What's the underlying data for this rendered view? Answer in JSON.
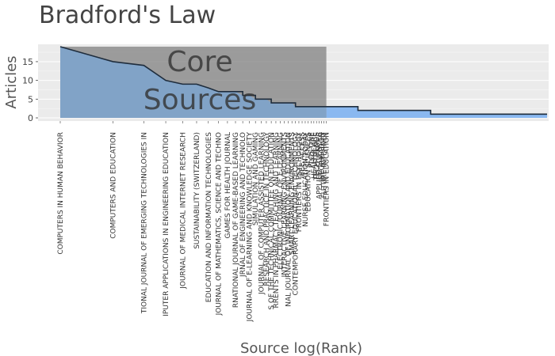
{
  "title": "Bradford's Law",
  "chart_data": {
    "type": "area",
    "title": "Bradford's Law",
    "xlabel": "Source log(Rank)",
    "ylabel": "Articles",
    "x_scale": "log",
    "y_ticks": [
      0,
      5,
      10,
      15
    ],
    "ylim": [
      0,
      19
    ],
    "core_zone_label_top": "Core",
    "core_zone_label_bottom": "Sources",
    "core_zone_last_rank": 33,
    "fill_color": "#7fa3c9",
    "core_shade_color": "#808080",
    "tail_fill_color": "#8ab8f0",
    "line_color": "#1f2d3d",
    "grid": true,
    "background": "#ebebeb",
    "sources": [
      {
        "rank": 1,
        "name": "COMPUTERS IN HUMAN BEHAVIOR",
        "articles": 19
      },
      {
        "rank": 2,
        "name": "COMPUTERS AND EDUCATION",
        "articles": 15
      },
      {
        "rank": 3,
        "name": "TIONAL JOURNAL OF EMERGING TECHNOLOGIES IN",
        "articles": 14
      },
      {
        "rank": 4,
        "name": "IPUTER APPLICATIONS IN ENGINEERING EDUCATION",
        "articles": 10
      },
      {
        "rank": 5,
        "name": "JOURNAL OF MEDICAL INTERNET RESEARCH",
        "articles": 9
      },
      {
        "rank": 6,
        "name": "SUSTAINABILITY (SWITZERLAND)",
        "articles": 9
      },
      {
        "rank": 7,
        "name": "EDUCATION AND INFORMATION TECHNOLOGIES",
        "articles": 8
      },
      {
        "rank": 8,
        "name": "JOURNAL OF MATHEMATICS, SCIENCE AND TECHNO",
        "articles": 7
      },
      {
        "rank": 9,
        "name": "GAMES FOR HEALTH JOURNAL",
        "articles": 7
      },
      {
        "rank": 10,
        "name": "RNATIONAL JOURNAL OF GAME-BASED LEARNING",
        "articles": 7
      },
      {
        "rank": 11,
        "name": "JRNAL OF ENGINEERING AND TECHNOLO",
        "articles": 6
      },
      {
        "rank": 12,
        "name": "JOURNAL OF E-LEARNING AND KNOWLEDGE SOCIETY",
        "articles": 6
      },
      {
        "rank": 13,
        "name": "SIMULATION AND GAMING",
        "articles": 5
      },
      {
        "rank": 14,
        "name": "JOURNAL OF COMPUTER ASSISTED LEARNING",
        "articles": 5
      },
      {
        "rank": 15,
        "name": "RESEARCH AND PRACTICE IN TECHNOLOGY",
        "articles": 5
      },
      {
        "rank": 16,
        "name": "S OF THE TECHNICAL COMMITTEE ON EDUCATION",
        "articles": 4
      },
      {
        "rank": 17,
        "name": "RRENTS IN PHARMACY TEACHING AND LEARNING",
        "articles": 4
      },
      {
        "rank": 18,
        "name": "ELECTRONIC JOURNAL OF E-LEARNING",
        "articles": 4
      },
      {
        "rank": 19,
        "name": "INTERACTIVE LEARNING ENVIRONMENTS",
        "articles": 4
      },
      {
        "rank": 20,
        "name": "NAL JOURNAL OF INFORMATION AND EDUCATION",
        "articles": 4
      },
      {
        "rank": 21,
        "name": "SMART LEARNING ENVIRONMENTS",
        "articles": 4
      },
      {
        "rank": 22,
        "name": "CONTEMPORARY EDUCATIONAL TECHNOLOGY",
        "articles": 3
      },
      {
        "rank": 23,
        "name": "FRONTIERS IN PSYCHOLOGY",
        "articles": 3
      },
      {
        "rank": 24,
        "name": "IEEE ACCESS",
        "articles": 3
      },
      {
        "rank": 25,
        "name": "NURSE EDUCATION TODAY",
        "articles": 3
      },
      {
        "rank": 26,
        "name": "EDUCATION SCIENCES",
        "articles": 3
      },
      {
        "rank": 27,
        "name": "PLOS ONE",
        "articles": 3
      },
      {
        "rank": 28,
        "name": "HEALTHCARE",
        "articles": 3
      },
      {
        "rank": 29,
        "name": "TECHTRENDS",
        "articles": 3
      },
      {
        "rank": 30,
        "name": "APPLIED SCIENCES",
        "articles": 3
      },
      {
        "rank": 31,
        "name": "INFORMATION",
        "articles": 3
      },
      {
        "rank": 32,
        "name": "FUTURE INTERNET",
        "articles": 3
      },
      {
        "rank": 33,
        "name": "FRONTIERS IN EDUCATION",
        "articles": 3
      }
    ],
    "tail_articles_by_rank": [
      {
        "rank": 34,
        "articles": 3
      },
      {
        "rank": 50,
        "articles": 2
      },
      {
        "rank": 130,
        "articles": 1
      },
      {
        "rank": 600,
        "articles": 1
      }
    ]
  }
}
